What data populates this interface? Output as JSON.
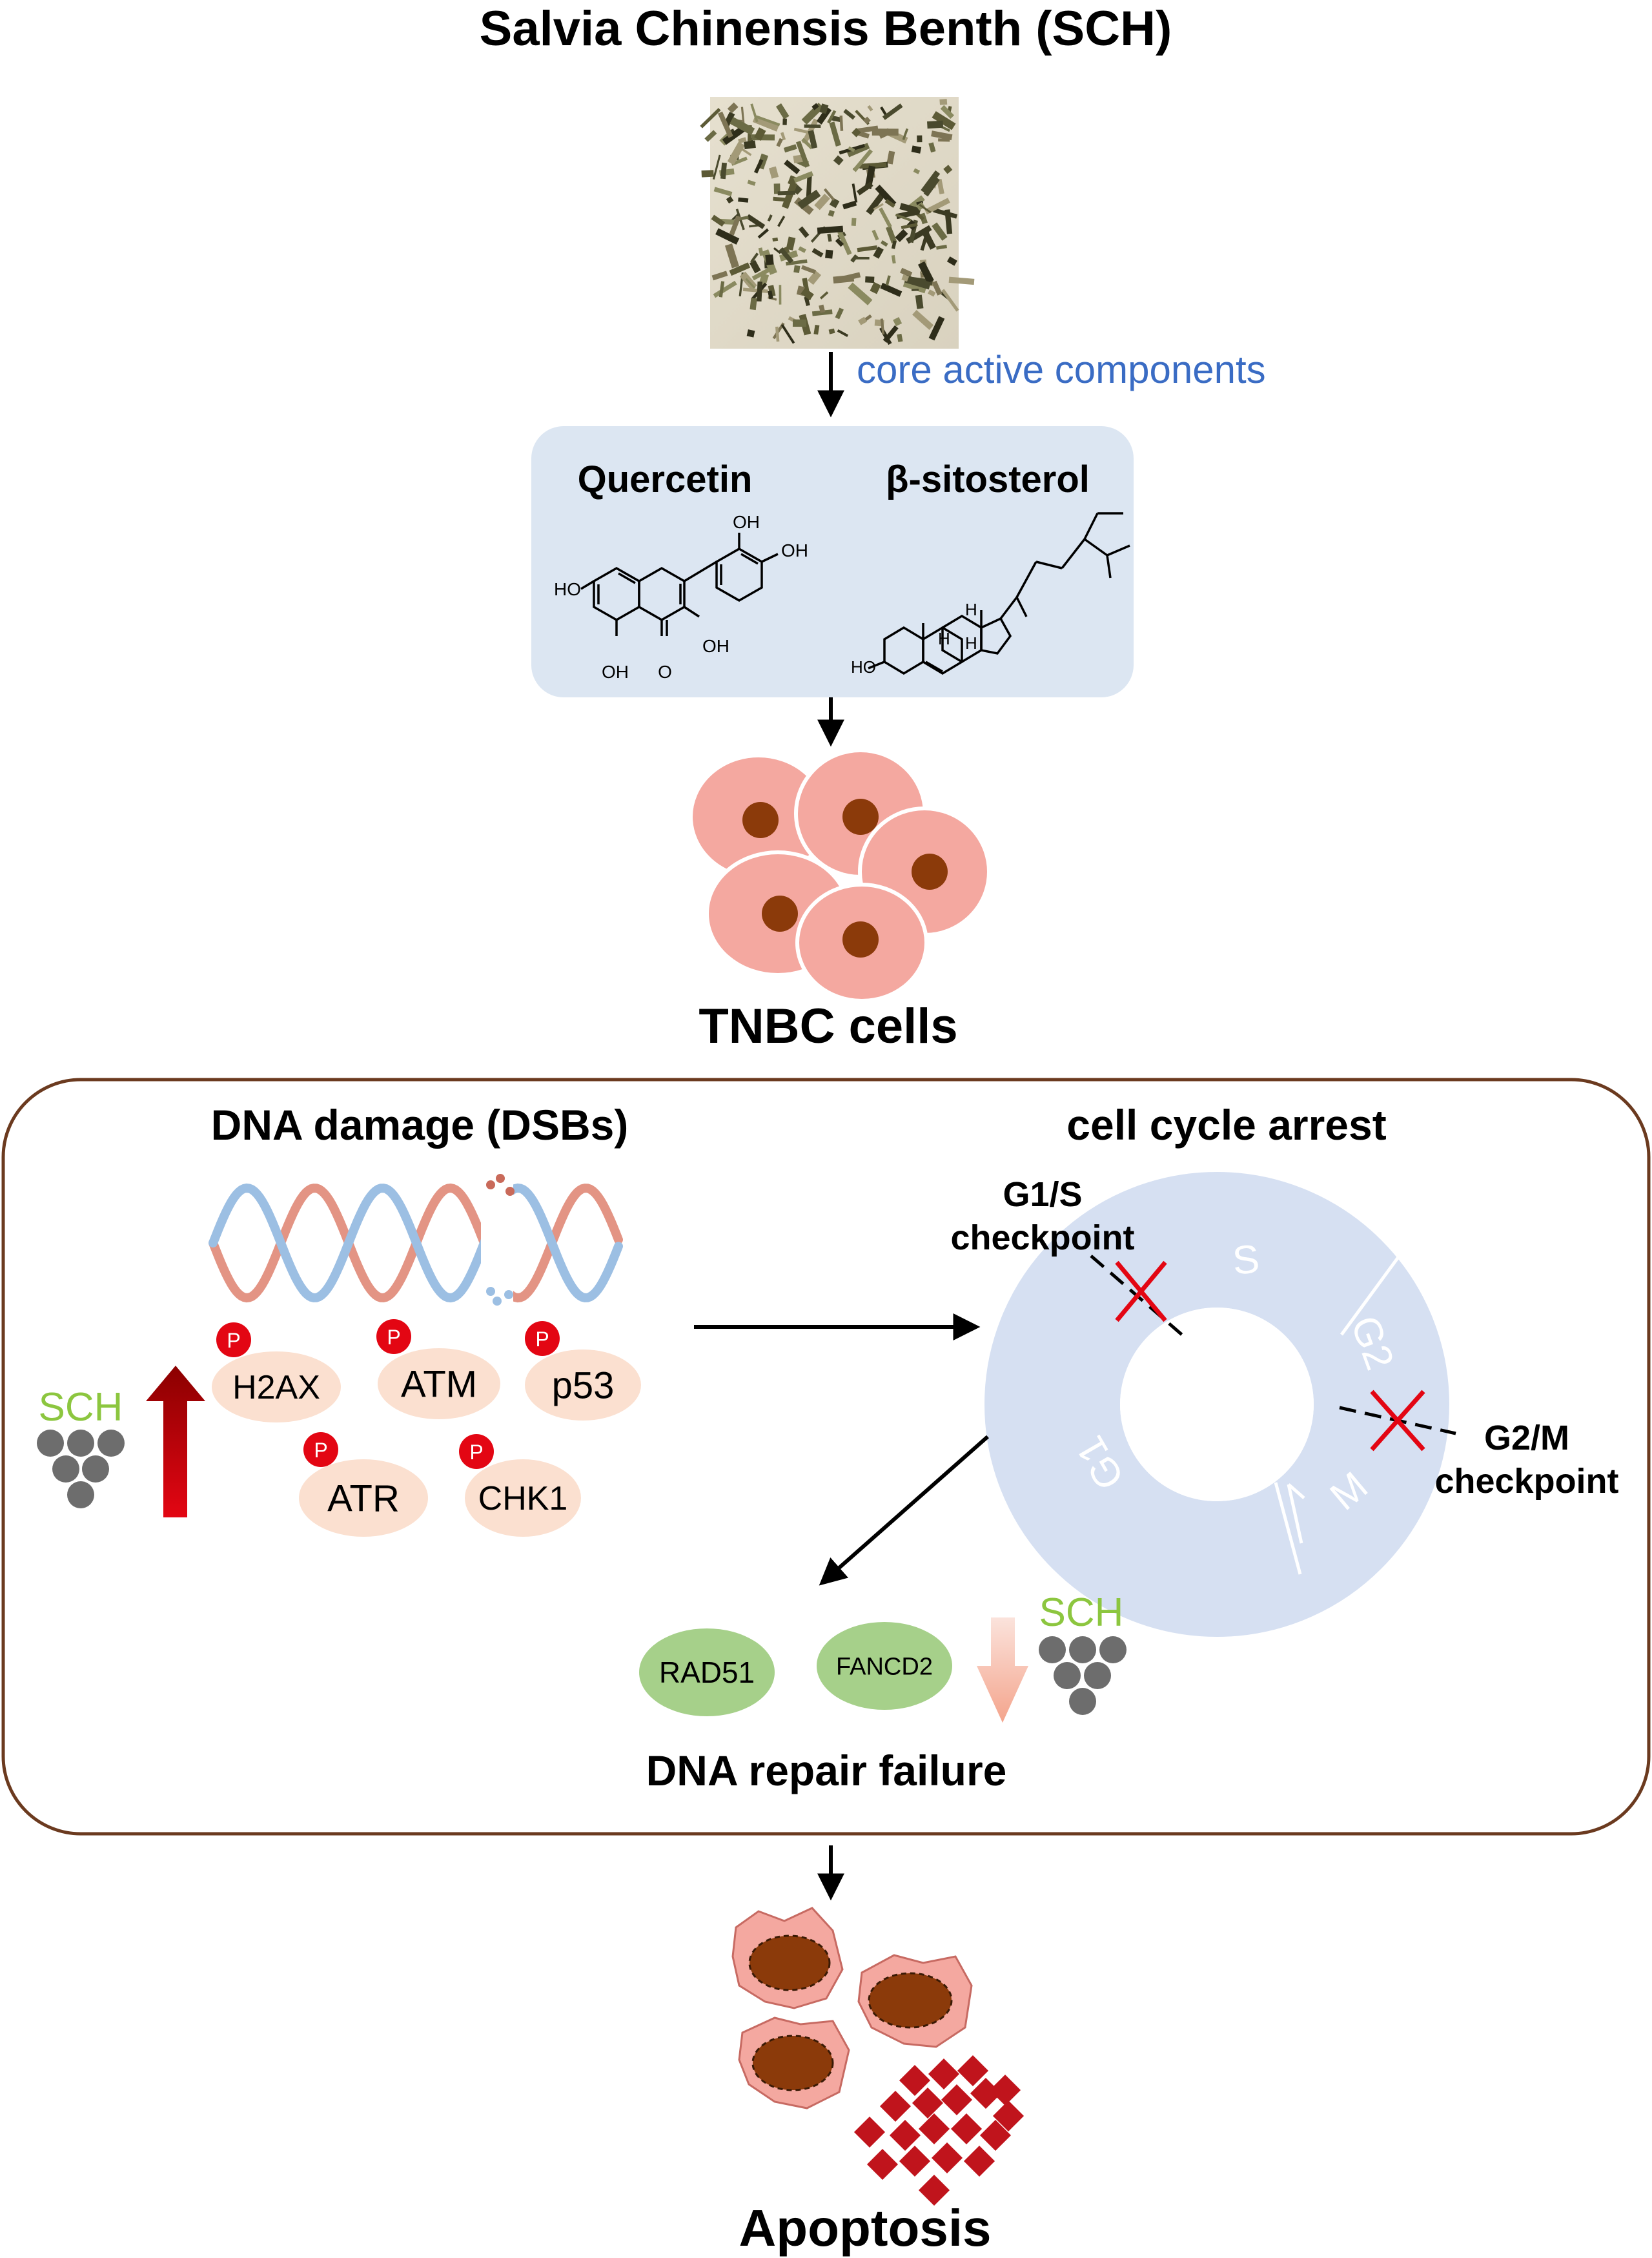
{
  "title": "Salvia Chinensis Benth (SCH)",
  "arrow_label": "core active components",
  "compounds": {
    "quercetin": {
      "name": "Quercetin",
      "oh_top": "OH",
      "oh_right": "OH",
      "ho_left": "HO",
      "oh_mid": "OH",
      "oh_bottom": "OH",
      "o_bottom": "O"
    },
    "sitosterol": {
      "name": "β-sitosterol",
      "ho": "HO",
      "h1": "H",
      "h2": "H",
      "h3": "H"
    }
  },
  "tnbc_label": "TNBC cells",
  "mechanism": {
    "dna_damage": {
      "title": "DNA damage (DSBs)",
      "sch_label": "SCH",
      "phospho_label": "P",
      "proteins": [
        "H2AX",
        "ATM",
        "p53",
        "ATR",
        "CHK1"
      ]
    },
    "cell_cycle": {
      "title": "cell cycle arrest",
      "g1s_label": "G1/S",
      "g1s_sub": "checkpoint",
      "g2m_label": "G2/M",
      "g2m_sub": "checkpoint",
      "phases": [
        "S",
        "G2",
        "M",
        "G1"
      ]
    },
    "repair": {
      "title": "DNA repair failure",
      "sch_label": "SCH",
      "proteins": [
        "RAD51",
        "FANCD2"
      ]
    }
  },
  "outcome": "Apoptosis",
  "colors": {
    "label_blue": "#3a6cc4",
    "sch_green": "#8cc63f",
    "box_fill": "#dce6f2",
    "frame_brown": "#6b3a1f",
    "cell_pink": "#f4a8a0",
    "nucleus": "#8b3a0a",
    "protein_pink": "#fbe0d0",
    "phospho_red": "#e30613",
    "repair_green": "#a6d08a",
    "cycle_blue": "#d6e0f2",
    "apoptotic_red": "#c0141c"
  }
}
